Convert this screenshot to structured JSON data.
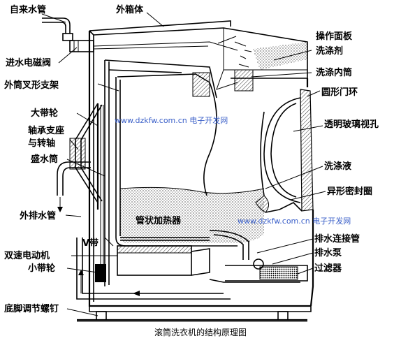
{
  "labels": {
    "water_pipe": "自来水管",
    "outer_box": "外箱体",
    "control_panel": "操作面板",
    "detergent": "洗涤剂",
    "inlet_valve": "进水电磁阀",
    "inner_drum": "洗涤内筒",
    "fork_bracket": "外筒叉形支架",
    "door_ring": "圆形门环",
    "big_pulley": "大带轮",
    "glass_window": "透明玻璃视孔",
    "bearing_seat_1": "轴承支座",
    "bearing_seat_2": "与转轴",
    "water_tub": "盛水筒",
    "wash_liquid": "洗涤液",
    "seal_ring": "异形密封圈",
    "outer_drain": "外排水管",
    "heater": "管状加热器",
    "v_belt": "V带",
    "drain_connector": "排水连接管",
    "two_speed_motor": "双速电动机",
    "drain_pump": "排水泵",
    "small_pulley": "小带轮",
    "filter": "过滤器",
    "leveling_screw": "底脚调节螺钉"
  },
  "watermarks": {
    "wm1": "www.dzkfw.com.cn 电子开发网",
    "wm2": "www.dzkfw.com.cn 电子开发网"
  },
  "caption": "滚筒洗衣机的结构原理图"
}
